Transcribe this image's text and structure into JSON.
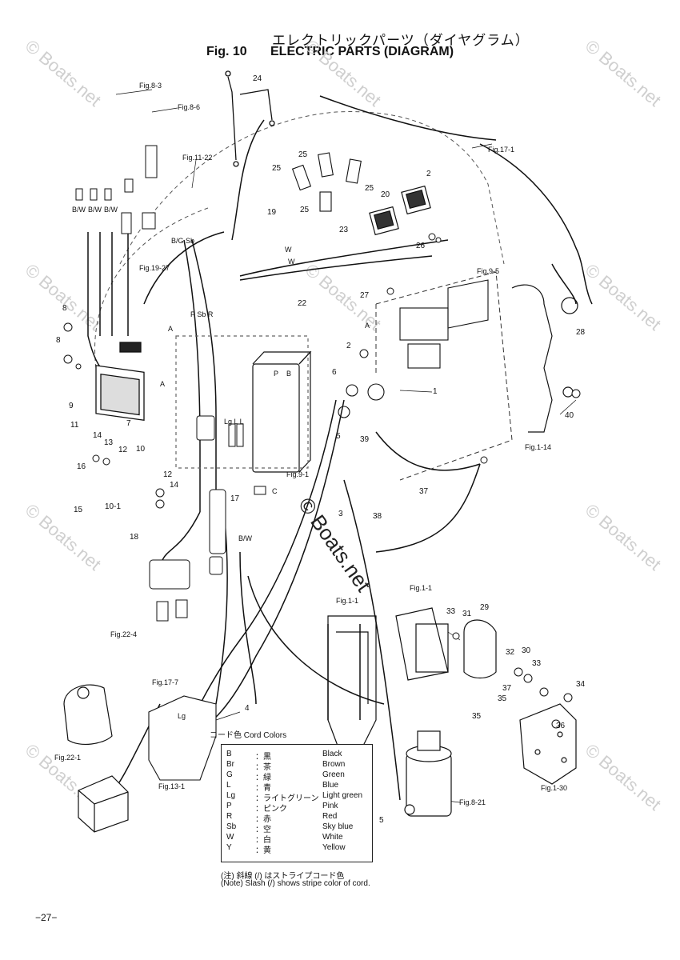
{
  "header": {
    "title_jp": "エレクトリックパーツ（ダイヤグラム）",
    "fig_label": "Fig. 10",
    "title_en": "ELECTRIC PARTS (DIAGRAM)"
  },
  "watermark": {
    "text": "© Boats.net",
    "center_text": "© Boats.net"
  },
  "callouts": [
    "1",
    "2",
    "2",
    "3",
    "4",
    "5",
    "5",
    "6",
    "7",
    "8",
    "8",
    "9",
    "10",
    "10-1",
    "11",
    "12",
    "12",
    "13",
    "14",
    "14",
    "15",
    "16",
    "17",
    "18",
    "19",
    "20",
    "22",
    "23",
    "24",
    "25",
    "25",
    "25",
    "25",
    "26",
    "27",
    "28",
    "29",
    "30",
    "31",
    "32",
    "33",
    "33",
    "34",
    "35",
    "35",
    "36",
    "37",
    "37",
    "38",
    "39",
    "40"
  ],
  "fig_refs": {
    "r1": "Fig.8-3",
    "r2": "Fig.8-6",
    "r3": "Fig.11-22",
    "r4": "Fig.19-27",
    "r5": "Fig.17-1",
    "r6": "Fig.9-5",
    "r7": "Fig.1-14",
    "r8": "Fig.9-1",
    "r9": "Fig.1-1",
    "r10": "Fig.1-1",
    "r11": "Fig.22-4",
    "r12": "Fig.17-7",
    "r13": "Fig.22-1",
    "r14": "Fig.13-1",
    "r15": "Fig.8-21",
    "r16": "Fig.1-30"
  },
  "wire_codes": {
    "bw1": "B/W",
    "bw2": "B/W",
    "bw3": "B/W",
    "bgsb": "B/G Sb",
    "psbr": "P Sb R",
    "lgll": "Lg L L",
    "w1": "W",
    "w2": "W",
    "p": "P",
    "b": "B",
    "c": "C",
    "bw4": "B/W",
    "lg": "Lg",
    "ai": "A",
    "ai2": "A",
    "a3": "A"
  },
  "legend": {
    "title": "コード色  Cord Colors",
    "rows": [
      {
        "code": "B",
        "jp": "：黒",
        "en": "Black"
      },
      {
        "code": "Br",
        "jp": "：茶",
        "en": "Brown"
      },
      {
        "code": "G",
        "jp": "：緑",
        "en": "Green"
      },
      {
        "code": "L",
        "jp": "：青",
        "en": "Blue"
      },
      {
        "code": "Lg",
        "jp": "：ライトグリーン",
        "en": "Light green"
      },
      {
        "code": "P",
        "jp": "：ピンク",
        "en": "Pink"
      },
      {
        "code": "R",
        "jp": "：赤",
        "en": "Red"
      },
      {
        "code": "Sb",
        "jp": "：空",
        "en": "Sky blue"
      },
      {
        "code": "W",
        "jp": "：白",
        "en": "White"
      },
      {
        "code": "Y",
        "jp": "：黄",
        "en": "Yellow"
      }
    ]
  },
  "notes": {
    "jp": "(注) 斜線 (/) はストライプコード色",
    "en": "(Note) Slash (/) shows stripe color of cord."
  },
  "page_number": "−27−"
}
